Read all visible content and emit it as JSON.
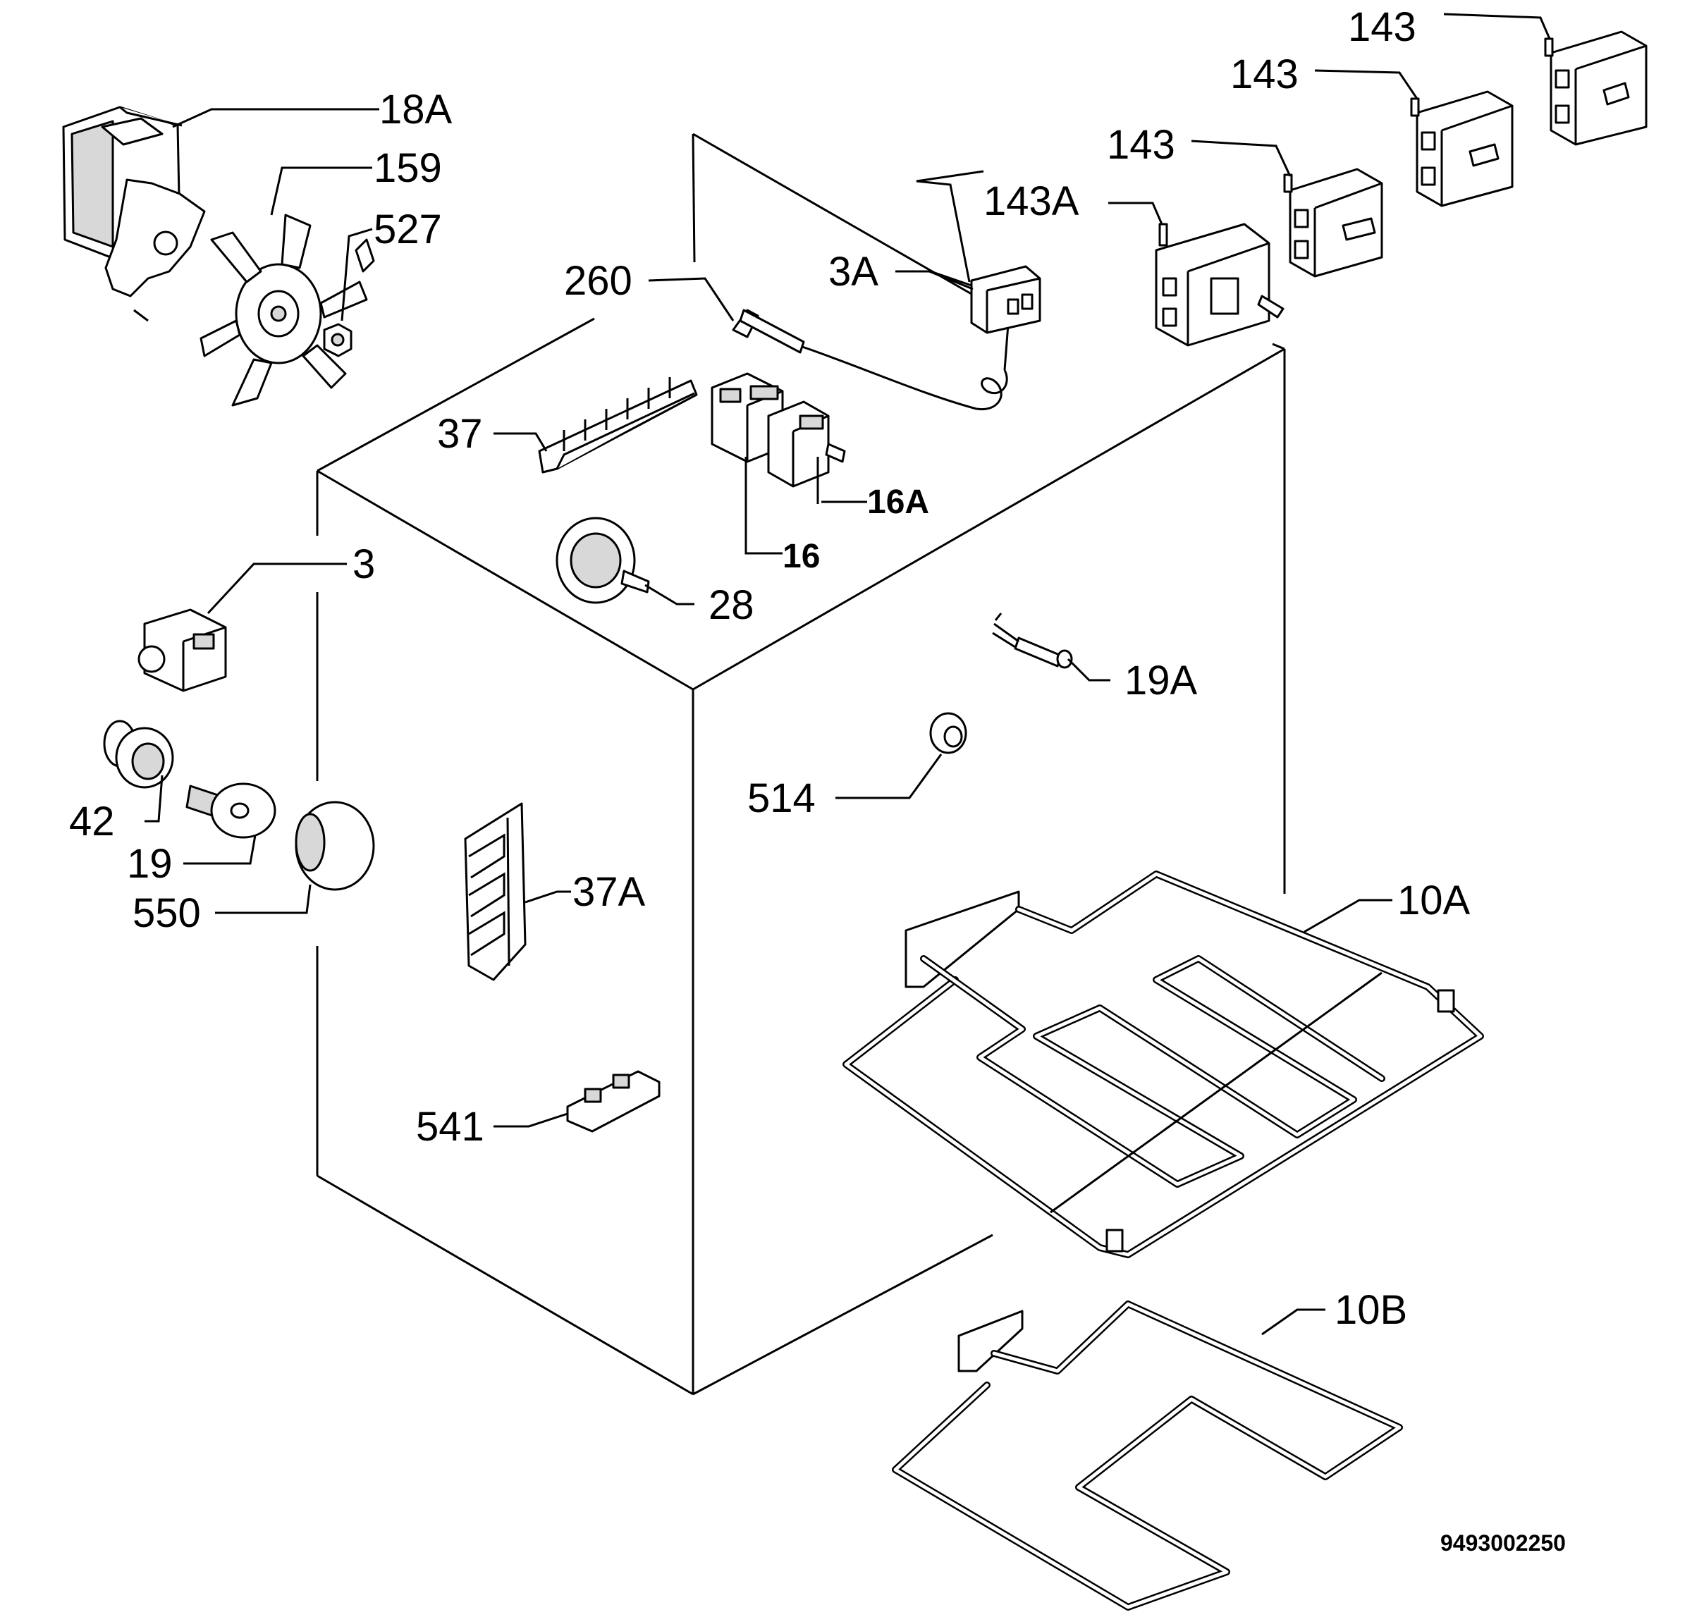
{
  "diagram": {
    "code": "9493002250",
    "labels": {
      "l18a": "18A",
      "l159": "159",
      "l527": "527",
      "l143_1": "143",
      "l143_2": "143",
      "l143_3": "143",
      "l143a": "143A",
      "l260": "260",
      "l3a": "3A",
      "l37": "37",
      "l16a": "16A",
      "l16": "16",
      "l3": "3",
      "l28": "28",
      "l19a": "19A",
      "l514": "514",
      "l42": "42",
      "l19": "19",
      "l550": "550",
      "l37a": "37A",
      "l10a": "10A",
      "l541": "541",
      "l10b": "10B"
    }
  }
}
